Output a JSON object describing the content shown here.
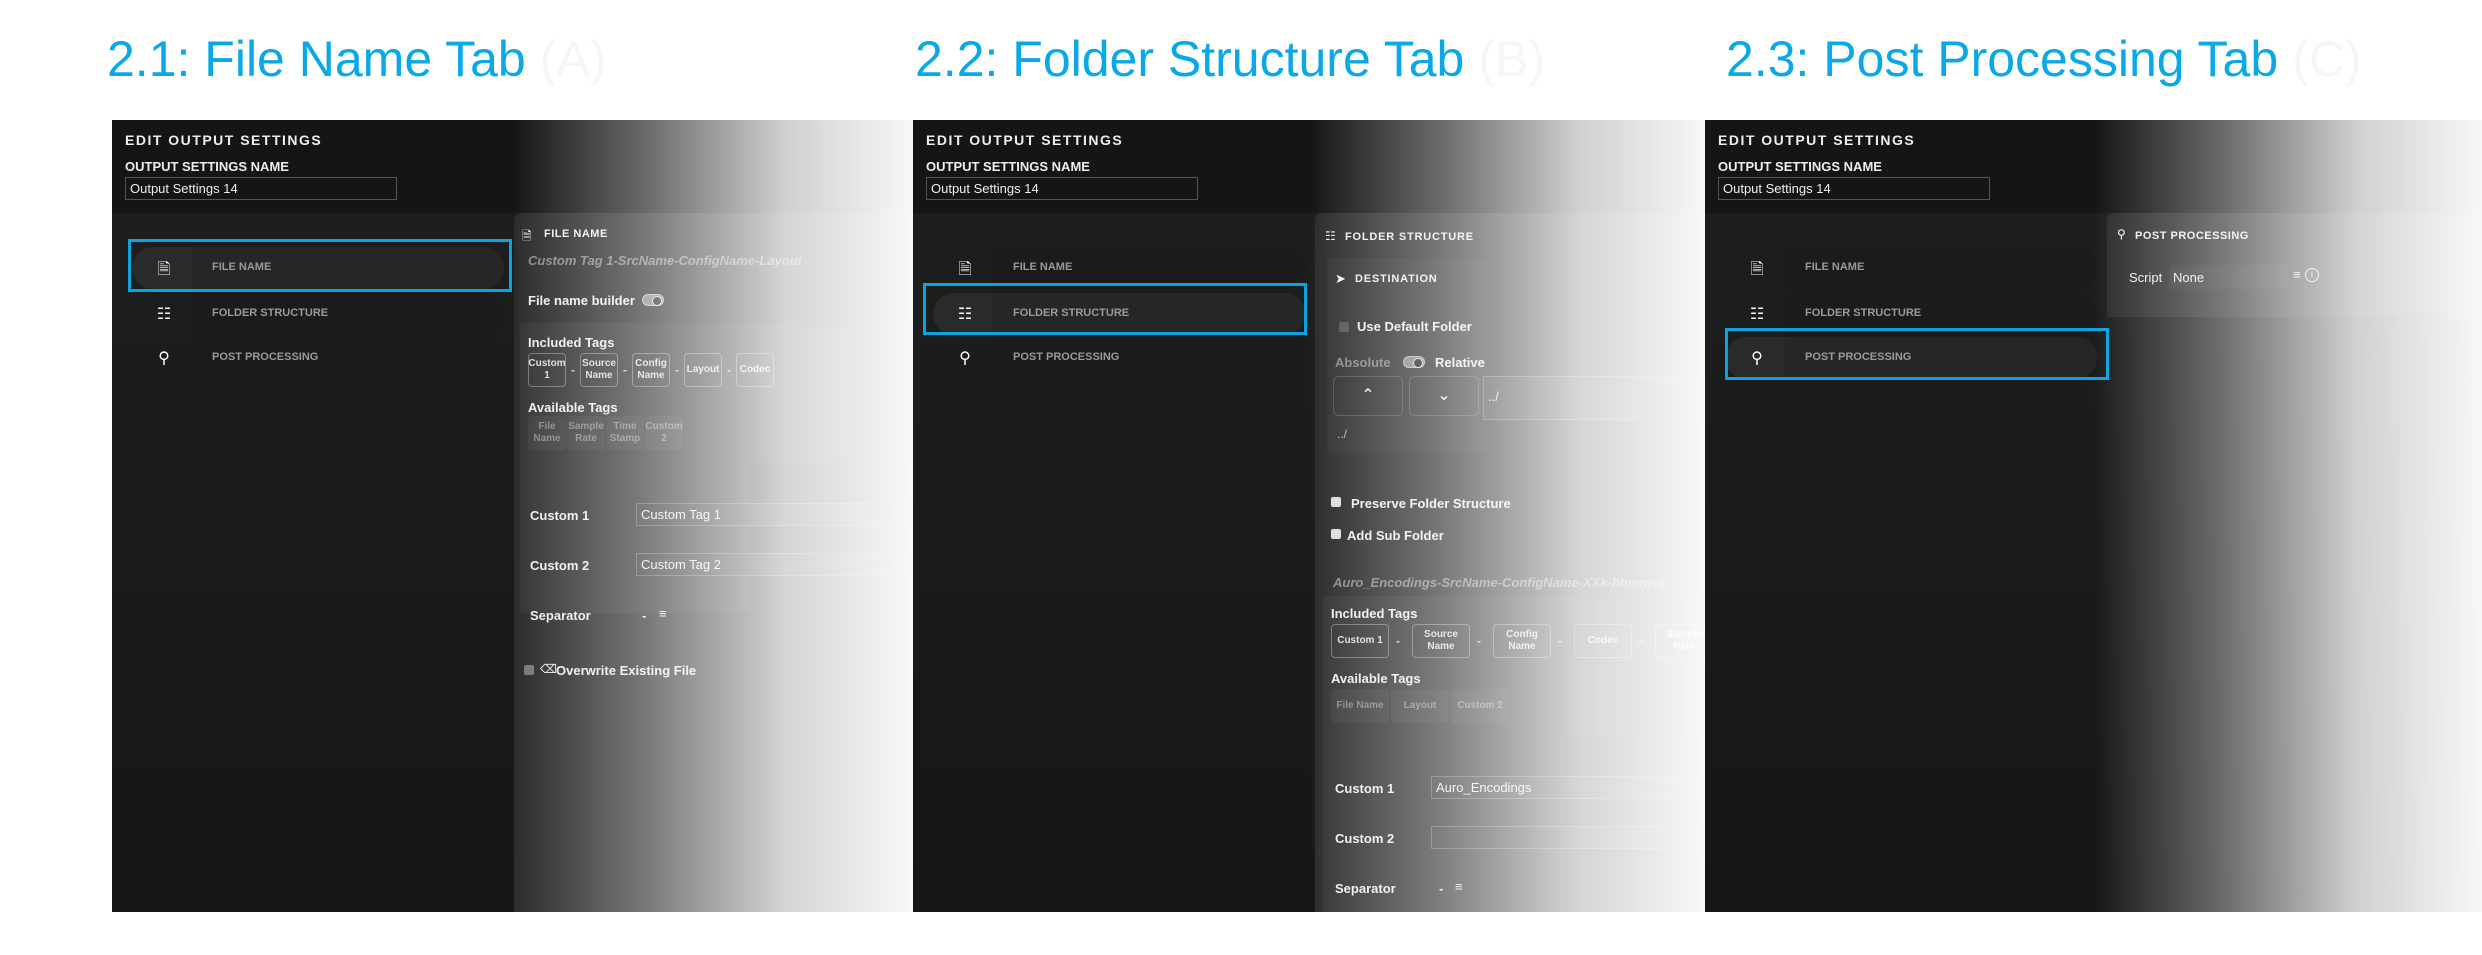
{
  "titles": [
    {
      "text": "2.1: File Name Tab",
      "letter": "(A)"
    },
    {
      "text": "2.2: Folder Structure Tab",
      "letter": "(B)"
    },
    {
      "text": "2.3: Post Processing Tab",
      "letter": "(C)"
    }
  ],
  "common": {
    "heading": "EDIT OUTPUT SETTINGS",
    "name_label": "OUTPUT SETTINGS NAME",
    "name_value": "Output Settings 14",
    "nav": [
      "FILE NAME",
      "FOLDER STRUCTURE",
      "POST PROCESSING"
    ]
  },
  "accent": "#0aa2e0",
  "file_name": {
    "header": "FILE NAME",
    "preview": "Custom Tag 1-SrcName-ConfigName-Layout",
    "builder_label": "File name builder",
    "included_label": "Included Tags",
    "included": [
      "Custom 1",
      "Source Name",
      "Config Name",
      "Layout",
      "Codec"
    ],
    "separator_char": "-",
    "available_label": "Available Tags",
    "available": [
      "File Name",
      "Sample Rate",
      "Time Stamp",
      "Custom 2"
    ],
    "custom1_label": "Custom 1",
    "custom1_value": "Custom Tag 1",
    "custom2_label": "Custom 2",
    "custom2_value": "Custom Tag 2",
    "separator_label": "Separator",
    "separator_value": "-",
    "overwrite_label": "Overwrite Existing File"
  },
  "folder": {
    "header": "FOLDER STRUCTURE",
    "destination": "DESTINATION",
    "use_default": "Use Default Folder",
    "absolute": "Absolute",
    "relative": "Relative",
    "path_value": "../",
    "path_display": "../",
    "preserve": "Preserve Folder Structure",
    "add_sub": "Add Sub Folder",
    "preview": "Auro_Encodings-SrcName-ConfigName-XXk-hhmmss",
    "included_label": "Included Tags",
    "included": [
      "Custom 1",
      "Source Name",
      "Config Name",
      "Codec",
      "Sample Rate"
    ],
    "available_label": "Available Tags",
    "available": [
      "File Name",
      "Layout",
      "Custom 2"
    ],
    "custom1_label": "Custom 1",
    "custom1_value": "Auro_Encodings",
    "custom2_label": "Custom 2",
    "custom2_value": "",
    "separator_label": "Separator",
    "separator_value": "-"
  },
  "post": {
    "header": "POST PROCESSING",
    "script_label": "Script",
    "script_value": "None"
  }
}
